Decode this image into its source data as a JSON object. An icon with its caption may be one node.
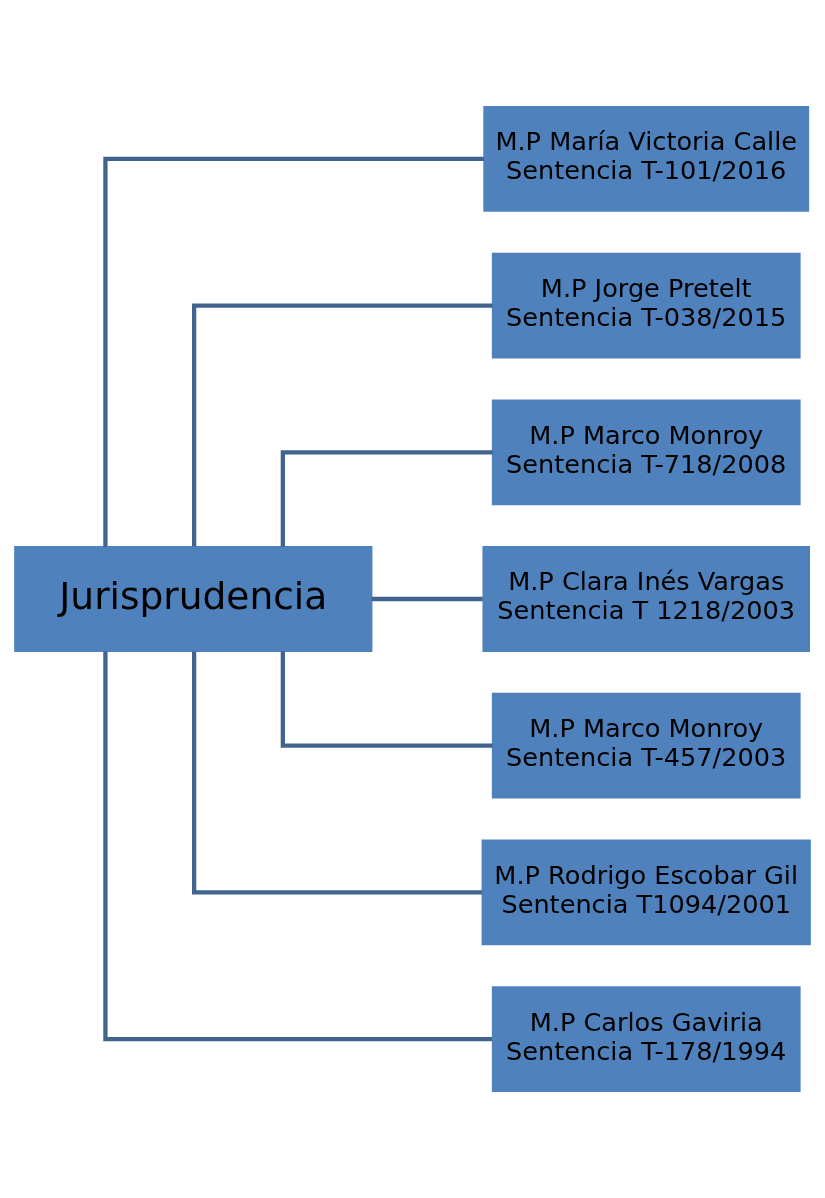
{
  "diagram": {
    "nodes": [
      {
        "text": [
          "Jurisprudencia"
        ]
      },
      {
        "text": [
          "M.P María Victoria Calle",
          "Sentencia T-101/2016"
        ]
      },
      {
        "text": [
          "M.P Jorge Pretelt",
          "Sentencia T-038/2015"
        ]
      },
      {
        "text": [
          "M.P Marco Monroy",
          "Sentencia T-718/2008"
        ]
      },
      {
        "text": [
          "M.P Clara Inés Vargas",
          "Sentencia T 1218/2003"
        ]
      },
      {
        "text": [
          "M.P Marco Monroy",
          "Sentencia T-457/2003"
        ]
      },
      {
        "text": [
          "M.P Rodrigo Escobar Gil",
          "Sentencia T1094/2001"
        ]
      },
      {
        "text": [
          "M.P Carlos Gaviria",
          "Sentencia T-178/1994"
        ]
      }
    ],
    "edges": [
      {
        "from": 0,
        "to": 1,
        "arrow": "none"
      },
      {
        "from": 0,
        "to": 2,
        "arrow": "none"
      },
      {
        "from": 0,
        "to": 3,
        "arrow": "none"
      },
      {
        "from": 0,
        "to": 4,
        "arrow": "none"
      },
      {
        "from": 0,
        "to": 5,
        "arrow": "none"
      },
      {
        "from": 0,
        "to": 6,
        "arrow": "none"
      },
      {
        "from": 0,
        "to": 7,
        "arrow": "none"
      }
    ]
  }
}
